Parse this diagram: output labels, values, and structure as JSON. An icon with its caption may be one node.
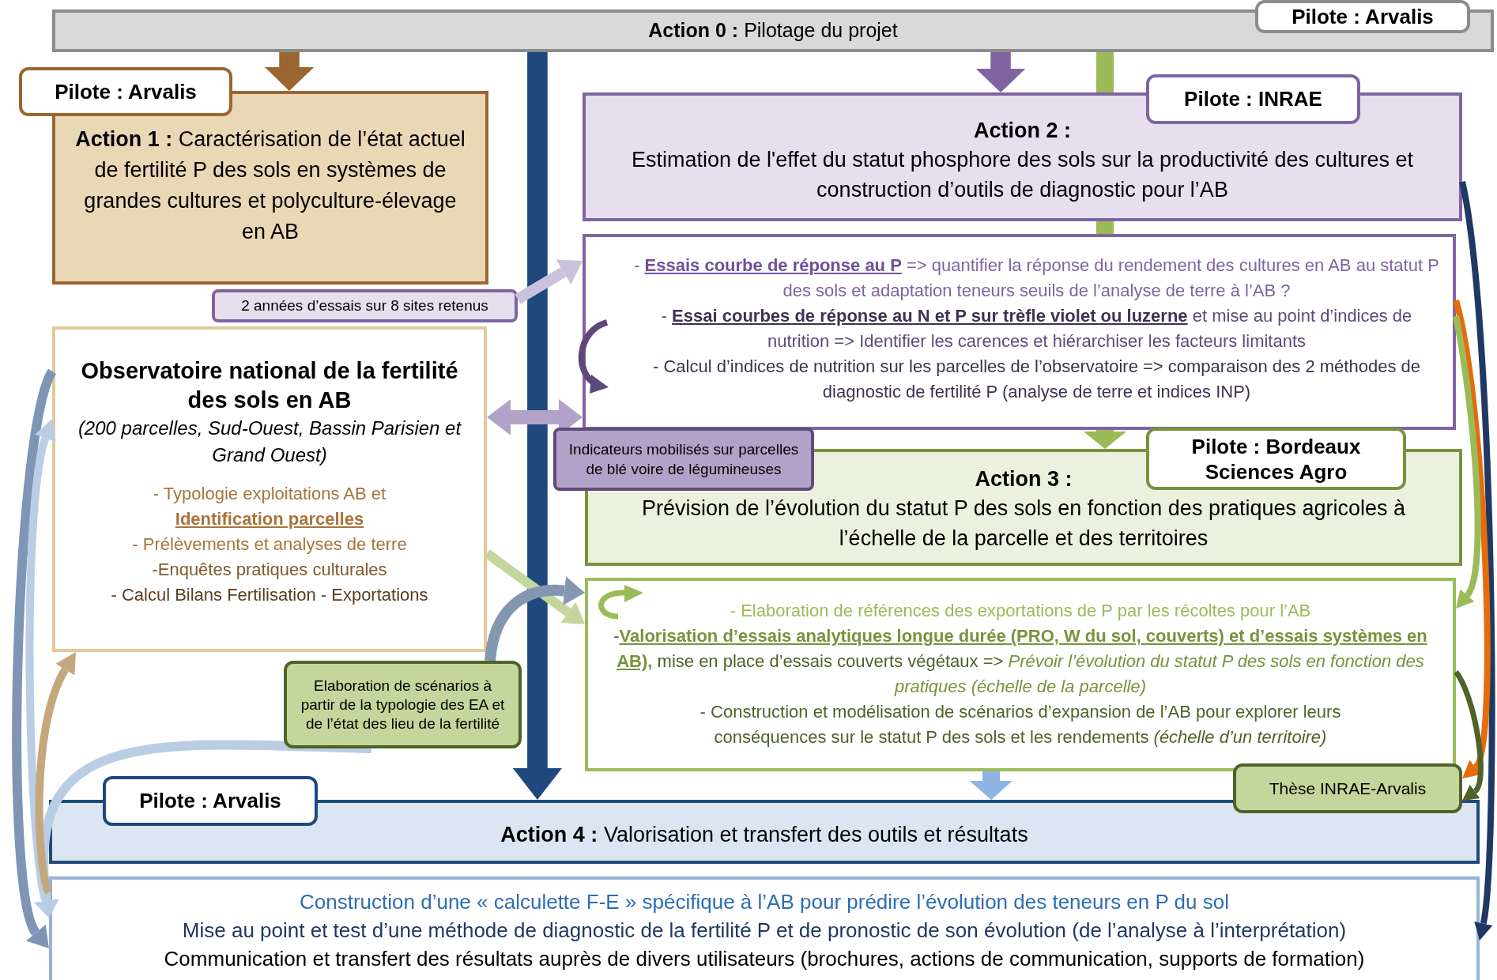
{
  "diagram": {
    "nodes": [
      {
        "text": [
          "**Action 0 :** Pilotage du projet"
        ]
      },
      {
        "text": [
          "Pilote : Arvalis"
        ]
      },
      {
        "text": [
          "**Action 1 :** Caractérisation de l’état actuel de fertilité P des sols en systèmes de grandes cultures et polyculture-élevage en AB"
        ]
      },
      {
        "text": [
          "Pilote : Arvalis"
        ]
      },
      {
        "text": [
          "Observatoire national de la fertilité des sols en AB",
          "(200 parcelles, Sud-Ouest, Bassin Parisien et Grand Ouest)",
          "- Typologie exploitations AB et **Identification parcelles**",
          "- Prélèvements et analyses de terre",
          "-Enquêtes pratiques culturales",
          "- Calcul Bilans Fertilisation - Exportations"
        ]
      },
      {
        "text": [
          "2 années d’essais sur 8 sites retenus"
        ]
      },
      {
        "text": [
          "Action 2 :",
          "Estimation de l'effet du statut phosphore des sols sur la productivité des cultures et construction d’outils de diagnostic pour l’AB"
        ]
      },
      {
        "text": [
          "Pilote : INRAE"
        ]
      },
      {
        "text": [
          "- **Essais courbe de réponse au P** => quantifier la réponse du rendement des cultures en AB au statut P des sols et adaptation teneurs seuils de l’analyse de terre à l’AB ?",
          "- **Essai courbes de réponse au N et P sur trèfle violet ou luzerne** et mise au point d’indices de nutrition => Identifier les carences et hiérarchiser les facteurs limitants",
          "- Calcul d’indices de nutrition sur les parcelles de l’observatoire => comparaison des 2 méthodes de diagnostic de fertilité P (analyse de terre et indices INP)"
        ]
      },
      {
        "text": [
          "Indicateurs mobilisés sur parcelles de blé voire de légumineuses"
        ]
      },
      {
        "text": [
          "Action 3 :",
          "Prévision de l’évolution du statut P des sols en fonction des pratiques agricoles à l’échelle de la parcelle et des territoires"
        ]
      },
      {
        "text": [
          "Pilote : Bordeaux Sciences Agro"
        ]
      },
      {
        "text": [
          "- Elaboration de références des exportations de P par les récoltes pour l’AB",
          "-**Valorisation d’essais analytiques longue durée (PRO, W du sol, couverts) et d’essais systèmes en AB),** mise en place d’essais couverts végétaux => *Prévoir l’évolution du statut P des sols en fonction des pratiques (échelle de la parcelle)*",
          "- Construction et modélisation de scénarios d’expansion de l’AB pour explorer leurs conséquences sur le statut P des sols et les rendements *(échelle d’un territoire)*"
        ]
      },
      {
        "text": [
          "Elaboration de scénarios à partir de la typologie des EA et de l’état des lieu de la fertilité"
        ]
      },
      {
        "text": [
          "Thèse INRAE-Arvalis"
        ]
      },
      {
        "text": [
          "**Action 4 :** Valorisation et transfert des outils et résultats"
        ]
      },
      {
        "text": [
          "Pilote : Arvalis"
        ]
      },
      {
        "text": [
          "Construction d’une « calculette F-E » spécifique à l’AB pour prédire l’évolution des teneurs en P du sol",
          "Mise au point et test d’une méthode de diagnostic de la fertilité P et de pronostic de son évolution (de l’analyse à l’interprétation)",
          "Communication et transfert des résultats auprès de divers utilisateurs (brochures, actions de communication, supports de formation)"
        ]
      }
    ],
    "edges": [
      {
        "from": 0,
        "to": 2,
        "arrow": "to",
        "style": "thick",
        "color": "#9b6530"
      },
      {
        "from": 0,
        "to": 6,
        "arrow": "to",
        "style": "thick",
        "color": "#8064a2"
      },
      {
        "from": 8,
        "to": 10,
        "arrow": "to",
        "color": "#9bbb59"
      },
      {
        "from": 0,
        "to": 15,
        "arrow": "to",
        "style": "thick",
        "color": "#1f497d"
      },
      {
        "from": 12,
        "to": 15,
        "arrow": "to",
        "color": "#8eb4e3"
      },
      {
        "from": 5,
        "to": 8,
        "arrow": "to",
        "color": "#ccc1da"
      },
      {
        "from": 4,
        "to": 8,
        "arrow": "both",
        "color": "#b3a2c7"
      },
      {
        "from": 4,
        "to": 12,
        "arrow": "to",
        "color": "#c3d69b"
      },
      {
        "from": 13,
        "to": 12,
        "arrow": "to",
        "color": "#8497b0"
      },
      {
        "from": 13,
        "to": 17,
        "arrow": "to",
        "color": "#b9cde5"
      },
      {
        "from": 4,
        "to": 17,
        "arrow": "to",
        "color": "#7f95b5"
      },
      {
        "from": 17,
        "to": 4,
        "arrow": "to",
        "color": "#b9cde5"
      },
      {
        "from": 17,
        "to": 4,
        "arrow": "to",
        "color": "#c4a77d"
      },
      {
        "from": 6,
        "to": 17,
        "arrow": "to",
        "color": "#1f3864"
      },
      {
        "from": 8,
        "to": 14,
        "arrow": "to",
        "color": "#e46c0a"
      },
      {
        "from": 8,
        "to": 12,
        "arrow": "to",
        "color": "#9bbb59"
      },
      {
        "from": 12,
        "to": 14,
        "arrow": "to",
        "color": "#4f6228"
      },
      {
        "from": 0,
        "to": 6,
        "arrow": "none",
        "color": "#9bbb59"
      },
      {
        "from": 6,
        "to": 8,
        "arrow": "none",
        "color": "#9bbb59"
      }
    ]
  }
}
